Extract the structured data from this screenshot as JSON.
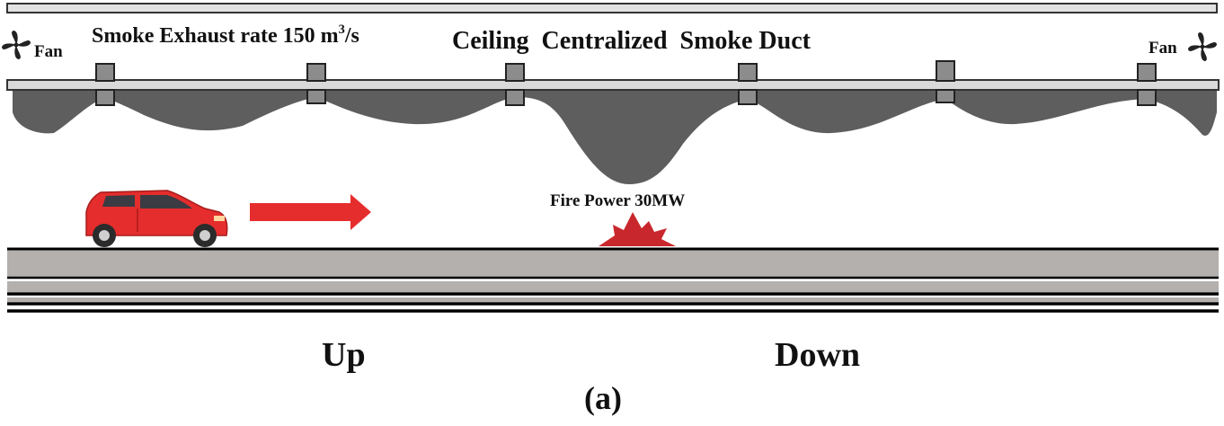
{
  "labels": {
    "fan_left": "Fan",
    "fan_right": "Fan",
    "exhaust_rate_prefix": "Smoke Exhaust rate 150 m",
    "exhaust_rate_exponent": "3",
    "exhaust_rate_suffix": "/s",
    "duct_title": "Ceiling  Centralized  Smoke Duct",
    "fire_power": "Fire Power 30MW",
    "direction_up": "Up",
    "direction_down": "Down",
    "caption": "(a)"
  },
  "icons": {
    "fans": [
      "fan-icon",
      "fan-icon"
    ],
    "vehicle": "car-icon",
    "direction_arrow": "arrow-right-icon",
    "fire": "fire-icon"
  },
  "colors": {
    "smoke": "#5e5e5e",
    "duct_rail": "#d9d9d9",
    "road": "#b3b0ae",
    "car_body": "#e52d2d",
    "arrow": "#e62d2d",
    "fire": "#c8282d",
    "vent": "#8c8c8c"
  }
}
